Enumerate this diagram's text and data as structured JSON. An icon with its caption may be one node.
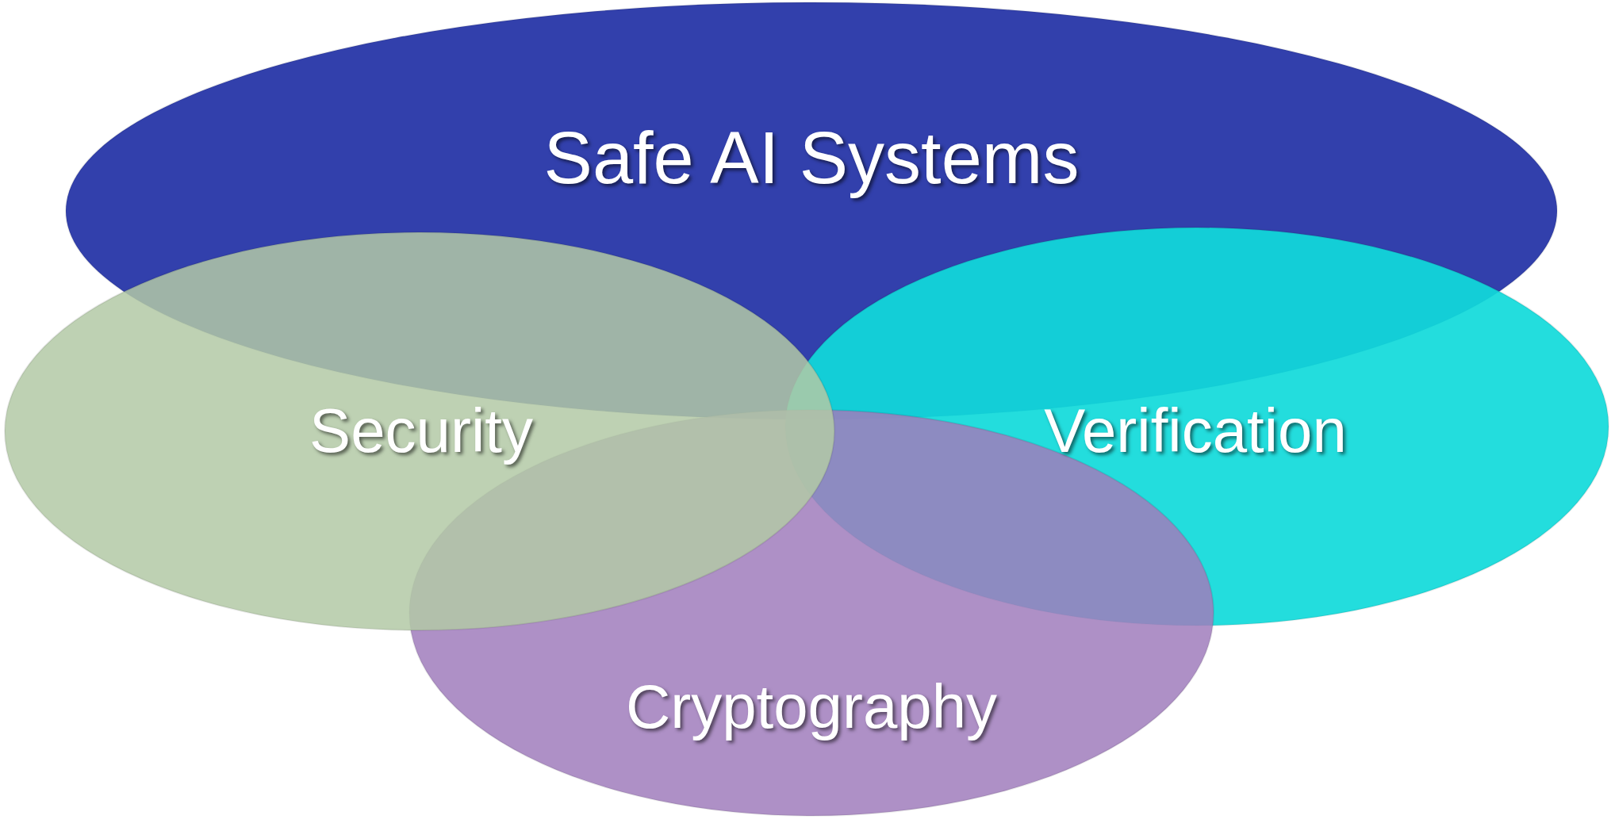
{
  "diagram": {
    "nodes": [
      {
        "text": [
          "Safe AI Systems"
        ]
      },
      {
        "text": [
          "Verification"
        ]
      },
      {
        "text": [
          "Cryptography"
        ]
      },
      {
        "text": [
          "Security"
        ]
      }
    ]
  }
}
